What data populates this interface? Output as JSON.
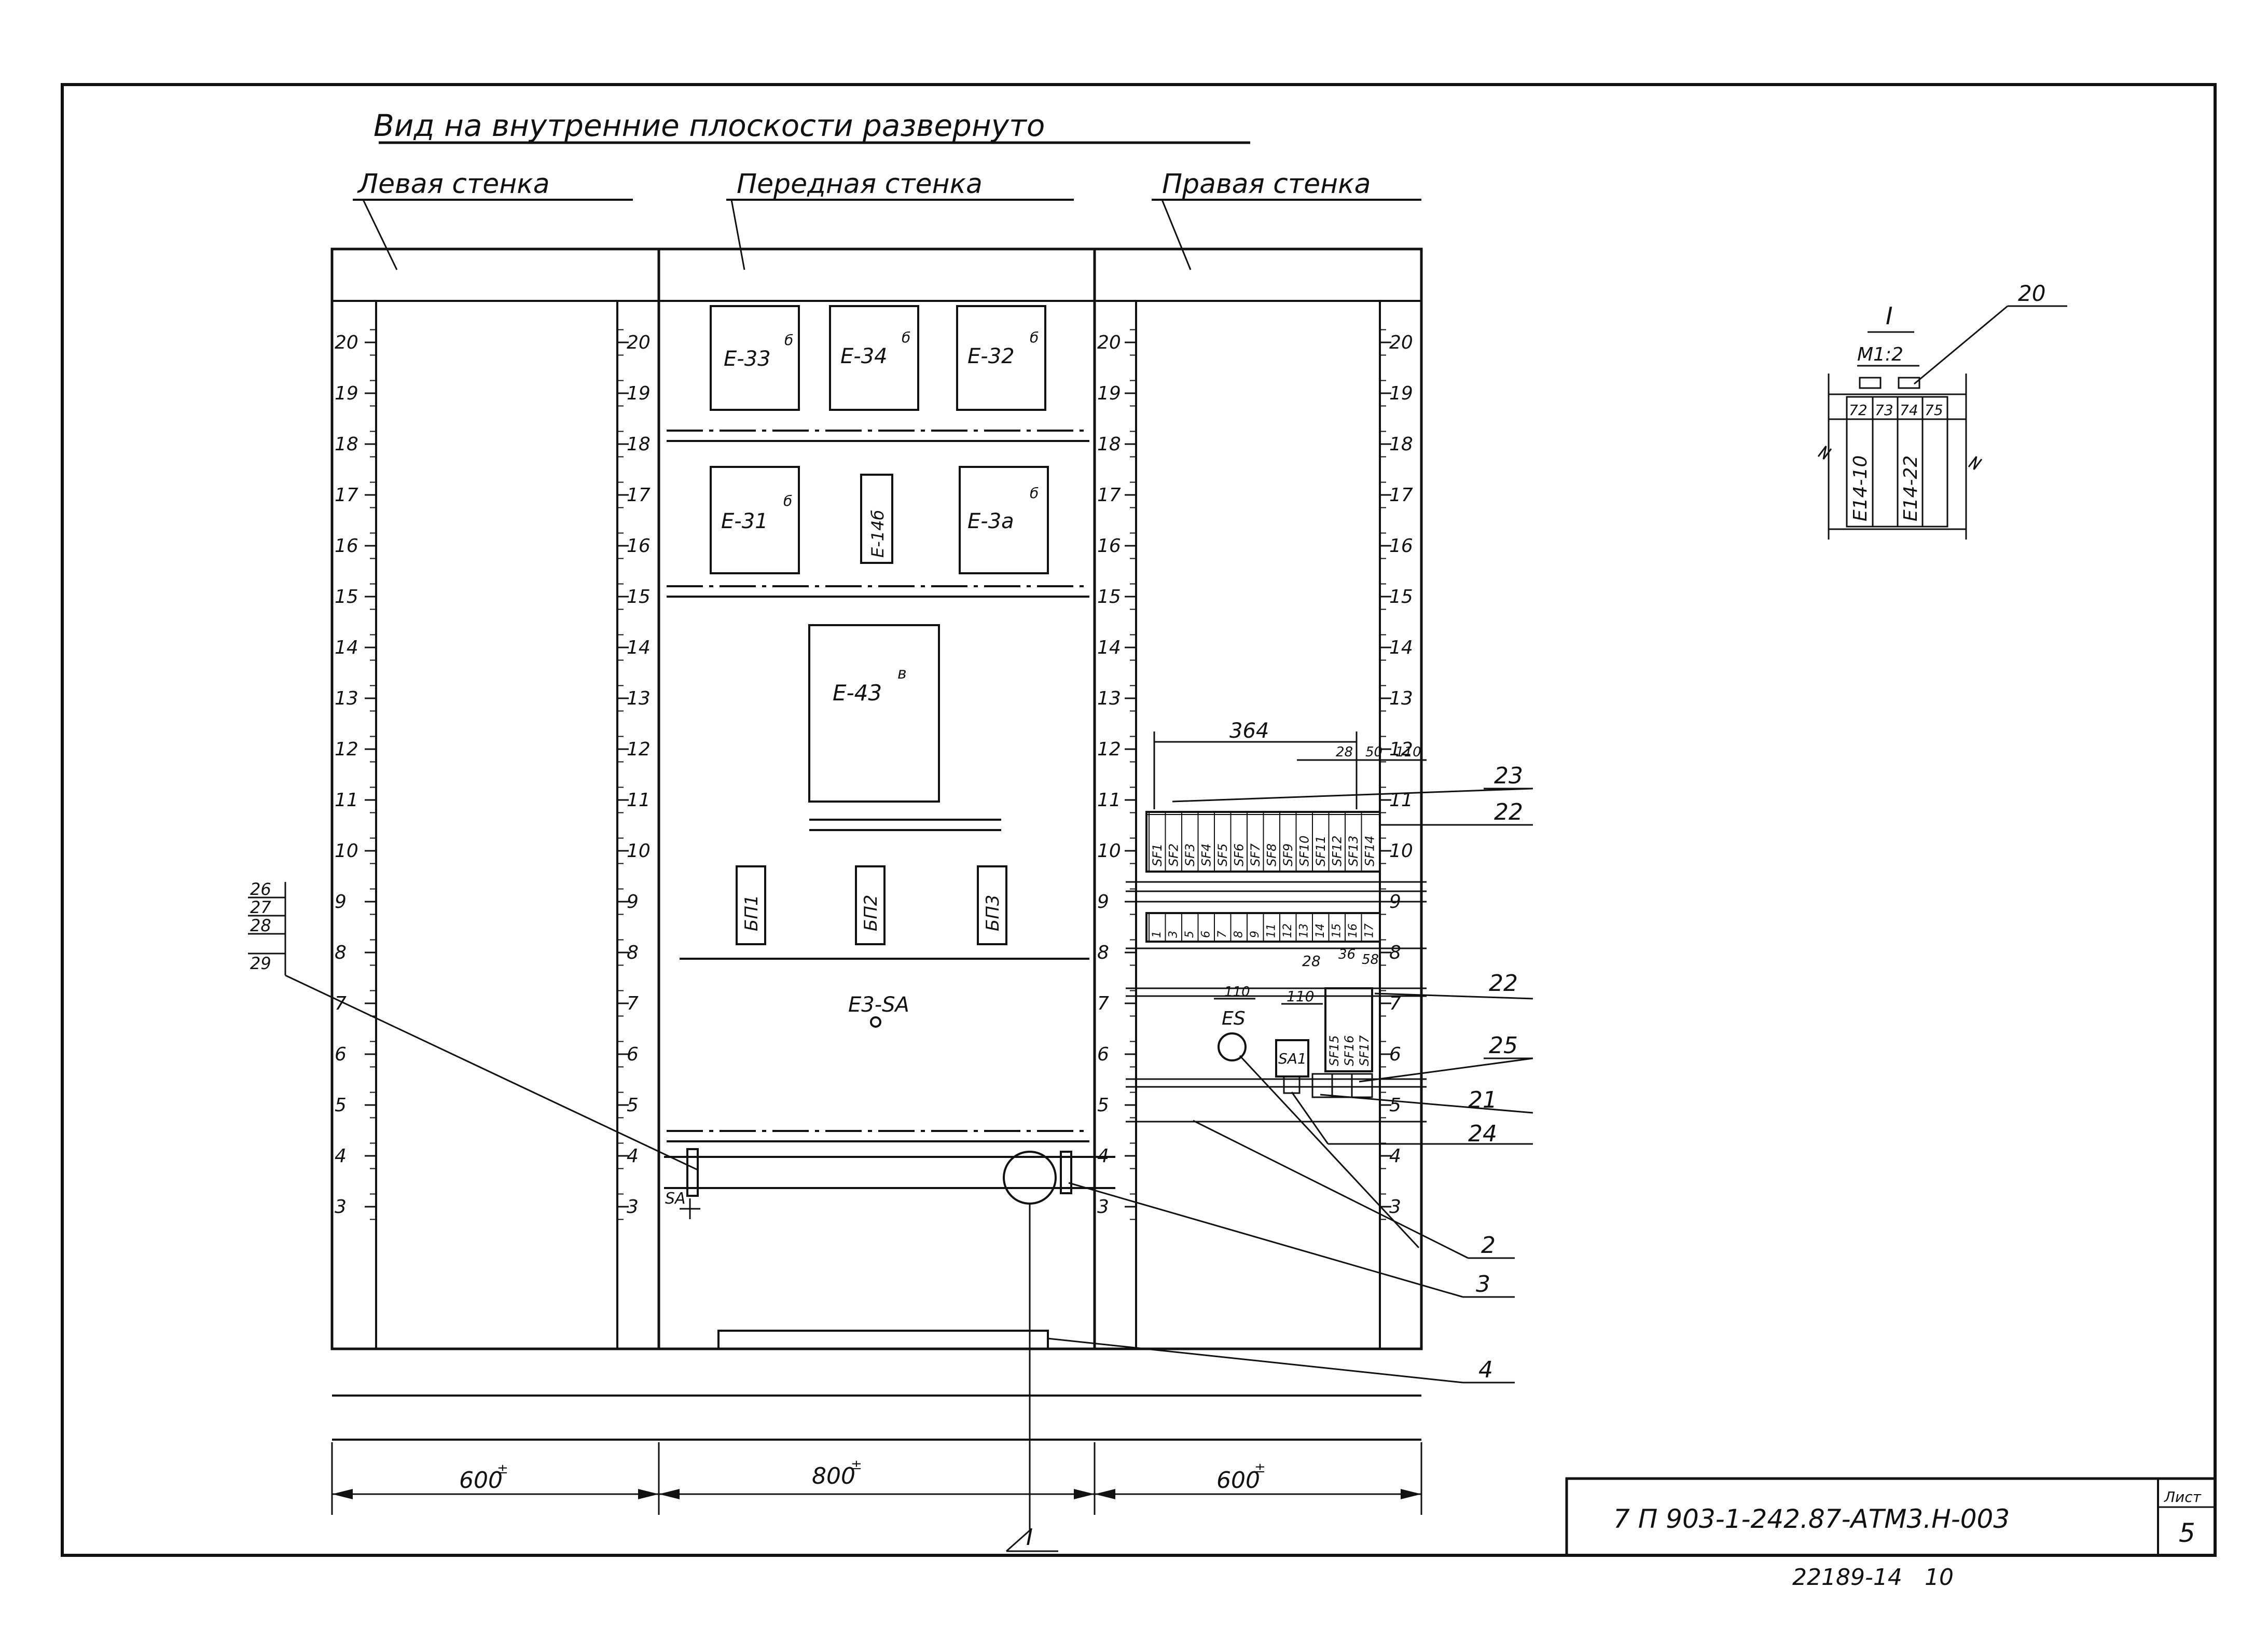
{
  "drawing": {
    "title": "Вид на внутренние плоскости развернуто",
    "wall_left_label": "Левая стенка",
    "wall_front_label": "Передная стенка",
    "wall_right_label": "Правая стенка",
    "ruler_ticks": [
      "20",
      "19",
      "18",
      "17",
      "16",
      "15",
      "14",
      "13",
      "12",
      "11",
      "10",
      "9",
      "8",
      "7",
      "6",
      "5",
      "4",
      "3"
    ],
    "front_devices": {
      "e33": {
        "name": "Е-33",
        "sup": "б"
      },
      "e34": {
        "name": "Е-34",
        "sup": "б"
      },
      "e32": {
        "name": "Е-32",
        "sup": "б"
      },
      "e31": {
        "name": "Е-31",
        "sup": "б"
      },
      "e14": {
        "name": "Е-14б"
      },
      "e3a": {
        "name": "Е-3а",
        "sup": "б"
      },
      "e43": {
        "name": "Е-43",
        "sup": "в"
      },
      "bp1": "БП1",
      "bp2": "БП2",
      "bp3": "БП3",
      "e3sa": "Е3-SА",
      "sa_small": "SА"
    },
    "right_panel": {
      "dim_364": "364",
      "dim_28": "28",
      "dim_50": "50",
      "dim_110_top": "110",
      "dim_110_a": "110",
      "dim_110_b": "110",
      "dim_28b": "28",
      "dim_36": "36",
      "dim_58": "58",
      "es_label": "ES",
      "sa1_label": "SA1",
      "breakers_top": [
        "SF1",
        "SF2",
        "SF3",
        "SF4",
        "SF5",
        "SF6",
        "SF7",
        "SF8",
        "SF9",
        "SF10",
        "SF11",
        "SF12",
        "SF13",
        "SF14"
      ],
      "terminals_row": [
        "1",
        "3",
        "5",
        "6",
        "7",
        "8",
        "9",
        "11",
        "12",
        "13",
        "14",
        "15",
        "16",
        "17"
      ],
      "breakers_low": [
        "SF15",
        "SF16",
        "SF17"
      ]
    },
    "callouts": {
      "c23": "23",
      "c22a": "22",
      "c22b": "22",
      "c25": "25",
      "c21": "21",
      "c24": "24",
      "c2": "2",
      "c3": "3",
      "c4": "4",
      "c20": "20",
      "left_stack": [
        "26",
        "27",
        "28",
        "29"
      ]
    },
    "dimensions": {
      "left": "600",
      "front": "800",
      "right": "600",
      "sup": "±"
    },
    "section_mark": "I",
    "detail": {
      "title": "I",
      "scale": "М1:2",
      "terminals": [
        "72",
        "73",
        "74",
        "75"
      ],
      "wire_a": "Е14-10",
      "wire_b": "Е14-22"
    }
  },
  "title_block": {
    "code": "7 П 903-1-242.87-АТМ3.Н-003",
    "sheet_label": "Лист",
    "sheet_no": "5"
  },
  "footer": {
    "inventory": "22189-14",
    "page": "10"
  }
}
